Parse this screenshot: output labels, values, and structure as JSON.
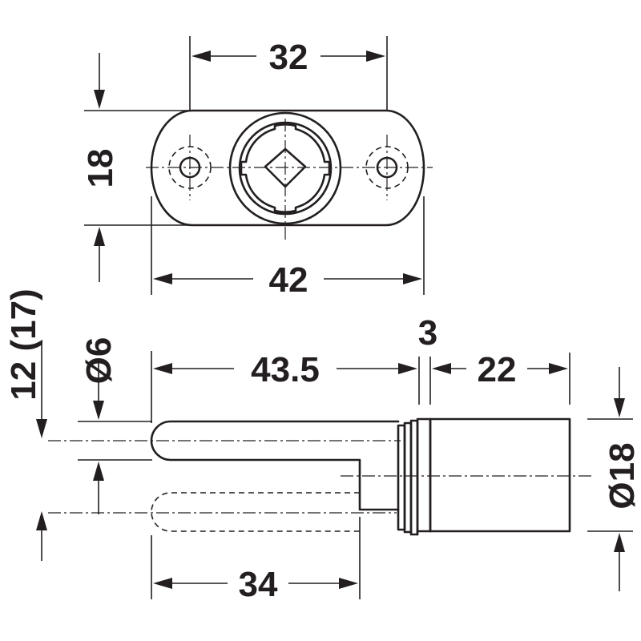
{
  "colors": {
    "ink": "#231f20",
    "paper": "#ffffff"
  },
  "top_view": {
    "label_hole_spacing": "32",
    "label_height": "18",
    "label_length": "42"
  },
  "side_view": {
    "label_shank_length": "43.5",
    "label_flange": "3",
    "label_body_length": "22",
    "label_bolt_diameter": "Ø6",
    "label_offset": "12 (17)",
    "label_body_diameter": "Ø18",
    "label_throw": "34"
  }
}
